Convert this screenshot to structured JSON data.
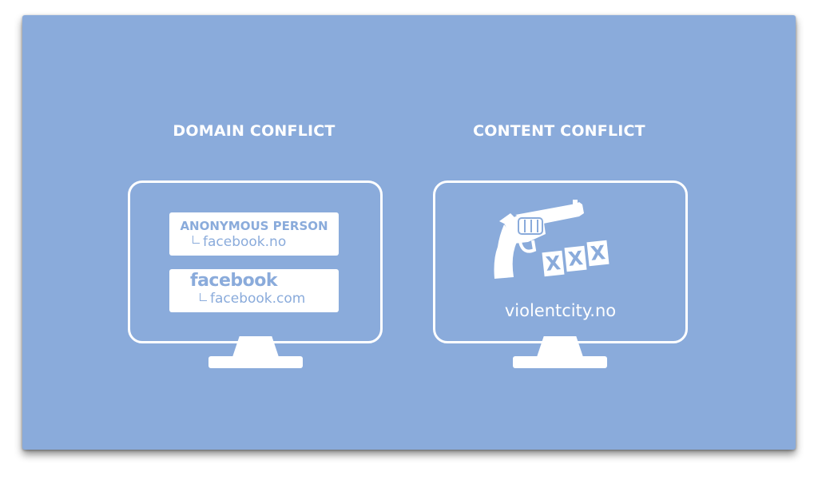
{
  "left_panel": {
    "heading": "DOMAIN CONFLICT",
    "card1": {
      "title": "ANONYMOUS PERSON",
      "subtitle": "facebook.no"
    },
    "card2": {
      "title": "facebook",
      "subtitle": "facebook.com"
    }
  },
  "right_panel": {
    "heading": "CONTENT CONFLICT",
    "illustration": {
      "icon": "revolver-icon",
      "badges": [
        "X",
        "X",
        "X"
      ]
    },
    "domain": "violentcity.no"
  },
  "colors": {
    "background": "#8aabdb",
    "foreground": "#ffffff"
  }
}
